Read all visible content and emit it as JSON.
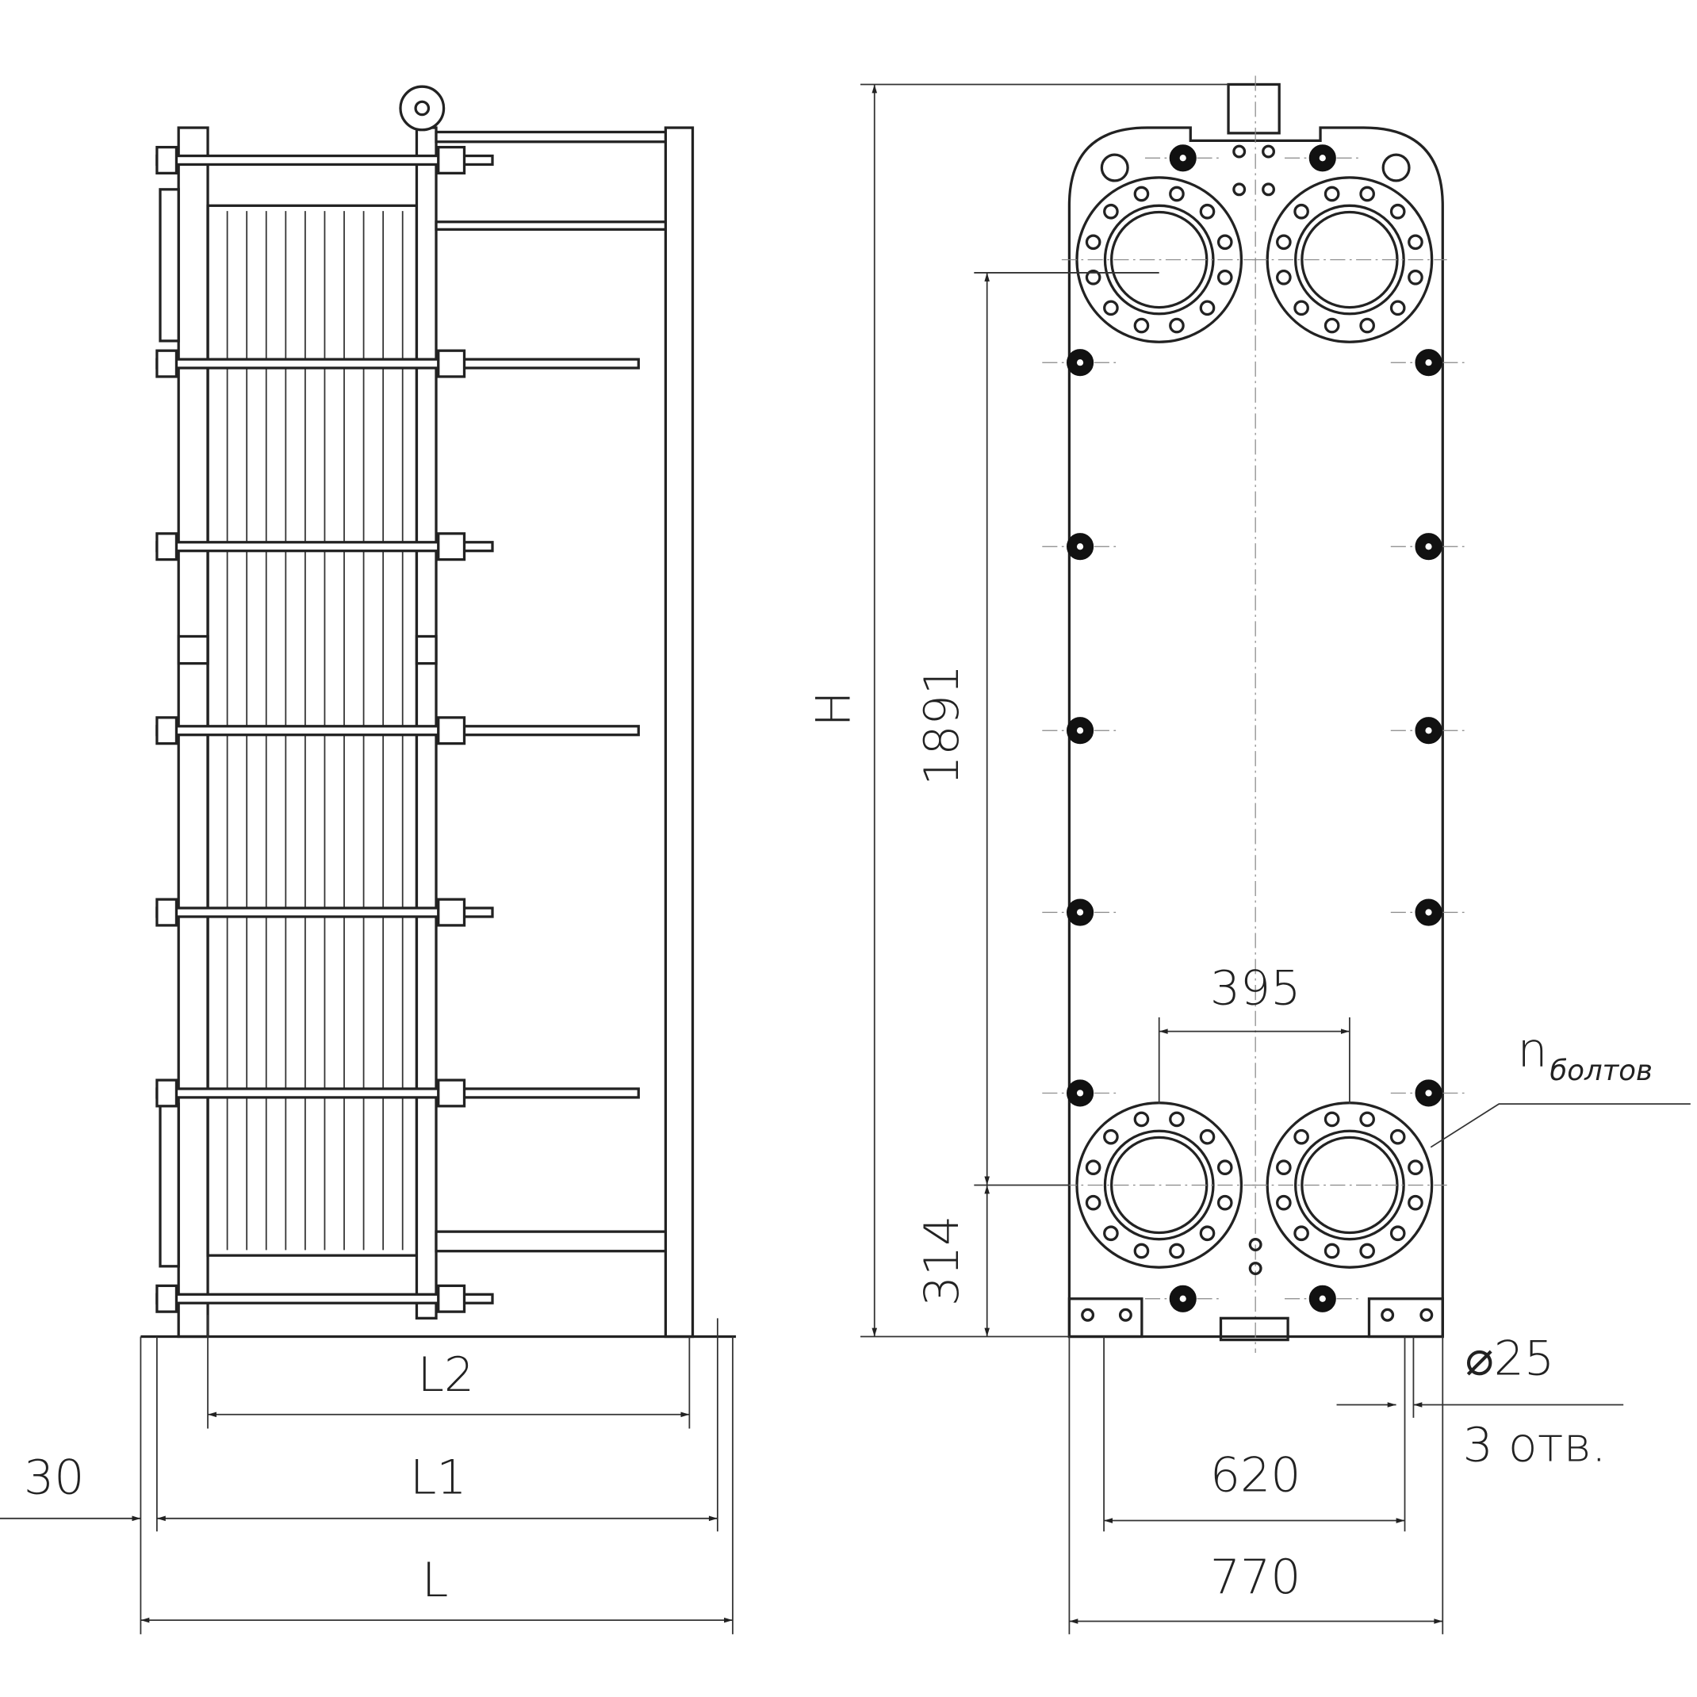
{
  "drawing": {
    "side_view": {
      "dim_L2": "L2",
      "dim_L1": "L1",
      "dim_L": "L",
      "dim_offset": "30"
    },
    "front_view": {
      "dim_H": "H",
      "dim_1891": "1891",
      "dim_314": "314",
      "dim_395": "395",
      "dim_620": "620",
      "dim_770": "770",
      "hole_diameter": "⌀25",
      "hole_count": "3 отв.",
      "bolts_n": "n",
      "bolts_label": "болтов"
    }
  }
}
